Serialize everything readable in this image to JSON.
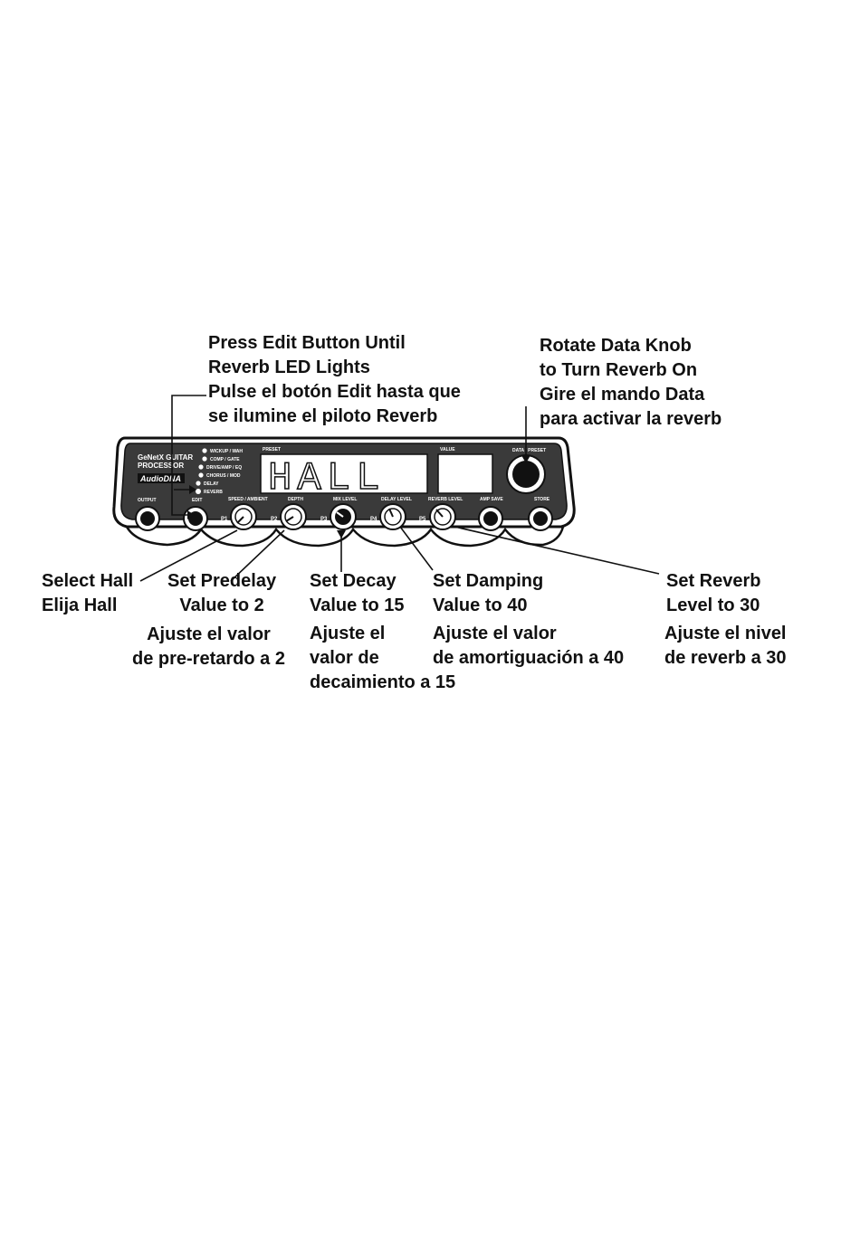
{
  "callouts": {
    "edit": {
      "en": [
        "Press Edit Button Until",
        "Reverb LED Lights"
      ],
      "es": [
        "Pulse el botón Edit hasta que",
        "se ilumine el piloto Reverb"
      ]
    },
    "data_knob": {
      "en": [
        "Rotate Data Knob",
        "to Turn Reverb On"
      ],
      "es": [
        "Gire el mando Data",
        "para activar la reverb"
      ]
    },
    "hall": {
      "en": [
        "Select Hall"
      ],
      "es": [
        "Elija Hall"
      ]
    },
    "predelay": {
      "en": [
        "Set Predelay",
        "Value to 2"
      ],
      "es": [
        "Ajuste el valor",
        "de pre-retardo a 2"
      ]
    },
    "decay": {
      "en": [
        "Set Decay",
        "Value to 15"
      ],
      "es": [
        "Ajuste el",
        "valor de",
        "decaimiento a 15"
      ]
    },
    "damping": {
      "en": [
        "Set Damping",
        "Value to 40"
      ],
      "es": [
        "Ajuste el valor",
        "de amortiguación a 40"
      ]
    },
    "level": {
      "en": [
        "Set Reverb",
        "Level to 30"
      ],
      "es": [
        "Ajuste el nivel",
        "de reverb a 30"
      ]
    }
  },
  "device": {
    "brand_line1": "GeNetX GUITAR",
    "brand_line2": "PROCESSOR",
    "logo": "AudioDNA",
    "display_text": "HALL",
    "preset_label": "PRESET",
    "value_label": "VALUE",
    "data_label": "DATA / PRESET",
    "leds": [
      "WICKUP / WAH",
      "COMP / GATE",
      "DRIVE/AMP / EQ",
      "CHORUS / MOD",
      "DELAY",
      "REVERB"
    ],
    "buttons": [
      "OUTPUT",
      "EDIT",
      "AMP SAVE",
      "STORE"
    ],
    "knob_labels": [
      "SPEED / AMBIENT",
      "DEPTH",
      "MIX LEVEL",
      "DELAY LEVEL",
      "REVERB LEVEL"
    ],
    "param_labels": [
      "P1",
      "P2",
      "P3",
      "P4",
      "P5"
    ]
  }
}
